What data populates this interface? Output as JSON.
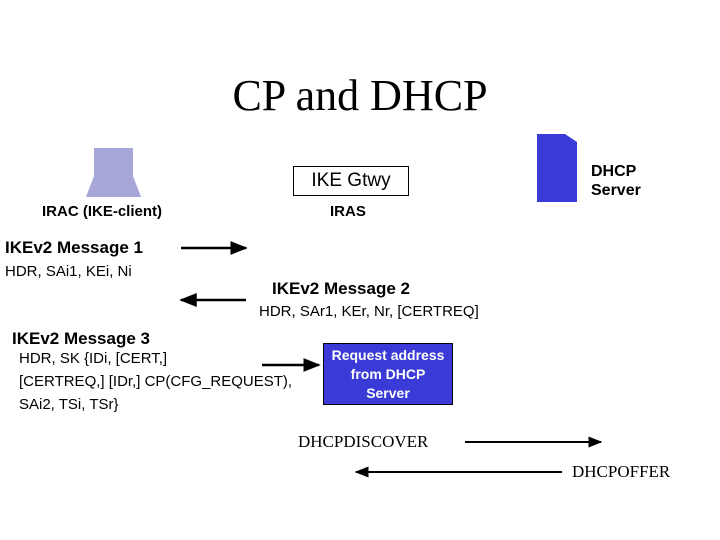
{
  "title": "CP and DHCP",
  "entities": {
    "irac_label": "IRAC (IKE-client)",
    "gtwy_label": "IKE Gtwy",
    "iras_label": "IRAS",
    "dhcp_server_line1": "DHCP",
    "dhcp_server_line2": "Server"
  },
  "messages": {
    "msg1_head": "IKEv2 Message 1",
    "msg1_body": "HDR, SAi1, KEi, Ni",
    "msg2_head": "IKEv2 Message 2",
    "msg2_body": "HDR, SAr1, KEr, Nr, [CERTREQ]",
    "msg3_head": "IKEv2 Message 3",
    "msg3_body_lines": [
      "HDR, SK {IDi, [CERT,]",
      "[CERTREQ,] [IDr,] CP(CFG_REQUEST),",
      "SAi2, TSi, TSr}"
    ]
  },
  "request_box": {
    "lines": [
      "Request address",
      "from DHCP",
      "Server"
    ]
  },
  "dhcp": {
    "discover": "DHCPDISCOVER",
    "offer": "DHCPOFFER"
  },
  "colors": {
    "device_gray": "#a6a6d8",
    "server_blue": "#3a3ad6",
    "arrow": "#000000"
  }
}
